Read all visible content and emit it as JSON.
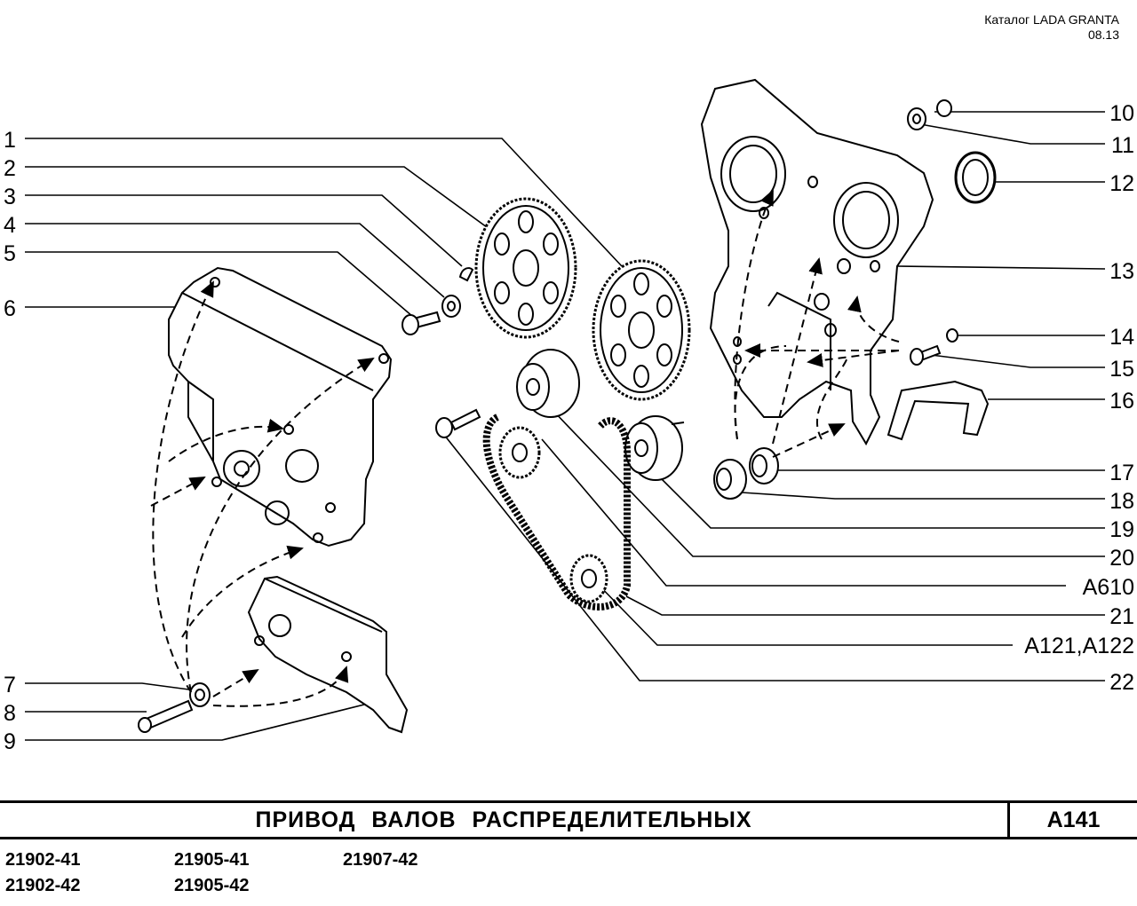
{
  "header": {
    "catalog": "Каталог  LADA  GRANTA",
    "date": "08.13"
  },
  "callouts_left": [
    "1",
    "2",
    "3",
    "4",
    "5",
    "6",
    "7",
    "8",
    "9"
  ],
  "callouts_right": [
    "10",
    "11",
    "12",
    "13",
    "14",
    "15",
    "16",
    "17",
    "18",
    "19",
    "20",
    "A610",
    "21",
    "A121,A122",
    "22"
  ],
  "title": "ПРИВОД   ВАЛОВ   РАСПРЕДЕЛИТЕЛЬНЫХ",
  "code": "A141",
  "models": {
    "col1": [
      "21902-41",
      "21902-42"
    ],
    "col2": [
      "21905-41",
      "21905-42"
    ],
    "col3": [
      "21907-42"
    ]
  }
}
